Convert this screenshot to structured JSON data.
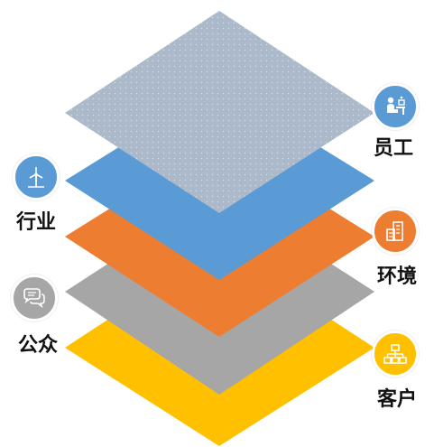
{
  "layers": [
    {
      "name": "customer",
      "label": "客户",
      "color": "#FFC000",
      "icon": "org-chart-icon"
    },
    {
      "name": "public",
      "label": "公众",
      "color": "#A6A6A6",
      "icon": "chat-bubbles-icon"
    },
    {
      "name": "environment",
      "label": "环境",
      "color": "#ED7D31",
      "icon": "buildings-icon"
    },
    {
      "name": "industry",
      "label": "行业",
      "color": "#5B9BD5",
      "icon": "wind-turbine-icon"
    },
    {
      "name": "staff",
      "label": "员工",
      "color": "#ACB9CA",
      "icon": "office-worker-icon"
    }
  ]
}
